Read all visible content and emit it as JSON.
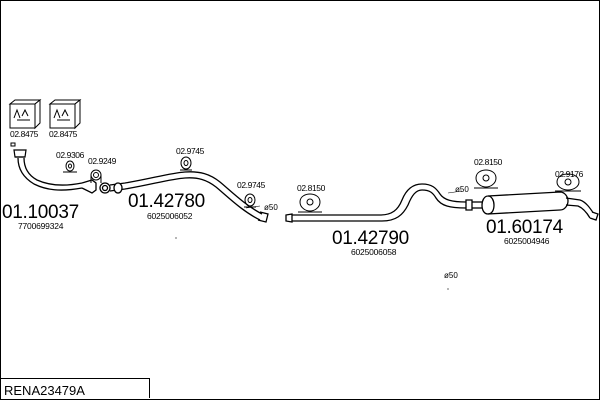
{
  "reference": "RENA23479A",
  "parts": [
    {
      "number": "01.10037",
      "oe": "7700699324"
    },
    {
      "number": "01.42780",
      "oe": "6025006052"
    },
    {
      "number": "01.42790",
      "oe": "6025006058"
    },
    {
      "number": "01.60174",
      "oe": "6025004946"
    }
  ],
  "accessories": {
    "kit_1": "02.8475",
    "kit_2": "02.8475",
    "gasket": "02.9306",
    "clamp_1": "02.9249",
    "hanger_1": "02.9745",
    "hanger_2": "02.9745",
    "mount_1": "02.8150",
    "mount_2": "02.8150",
    "mount_3": "02.9176"
  },
  "diameters": {
    "d1": "ø50",
    "d2": "ø50",
    "d3": "ø50"
  },
  "colors": {
    "line": "#000000",
    "background": "#ffffff"
  }
}
